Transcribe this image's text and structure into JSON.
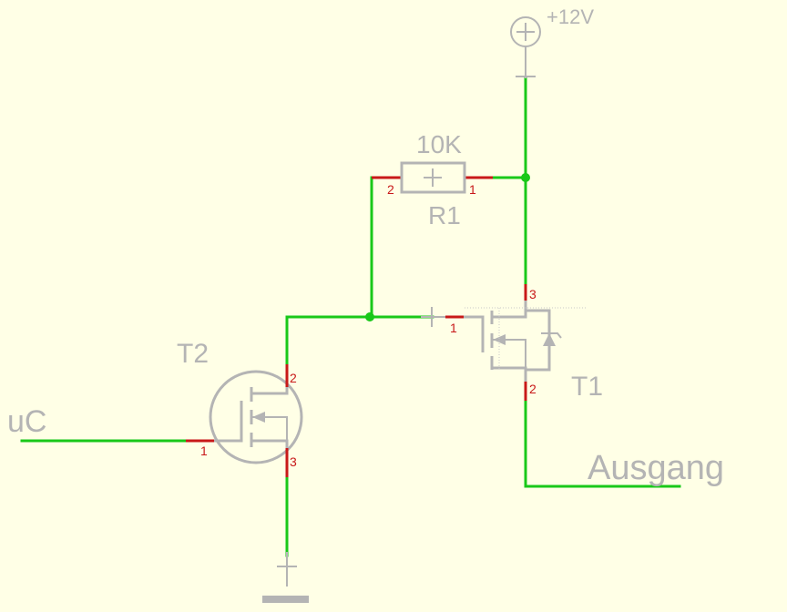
{
  "supply": {
    "label": "+12V"
  },
  "resistor": {
    "name": "R1",
    "value": "10K",
    "pin_left": "2",
    "pin_right": "1"
  },
  "transistor_t1": {
    "name": "T1",
    "pin_gate": "1",
    "pin_top": "3",
    "pin_bottom": "2"
  },
  "transistor_t2": {
    "name": "T2",
    "pin_gate": "1",
    "pin_top": "2",
    "pin_bottom": "3"
  },
  "nets": {
    "input": "uC",
    "output": "Ausgang"
  },
  "colors": {
    "background": "#ffffe6",
    "wire": "#19c819",
    "pin": "#c81919",
    "symbol": "#b4b4b4"
  }
}
